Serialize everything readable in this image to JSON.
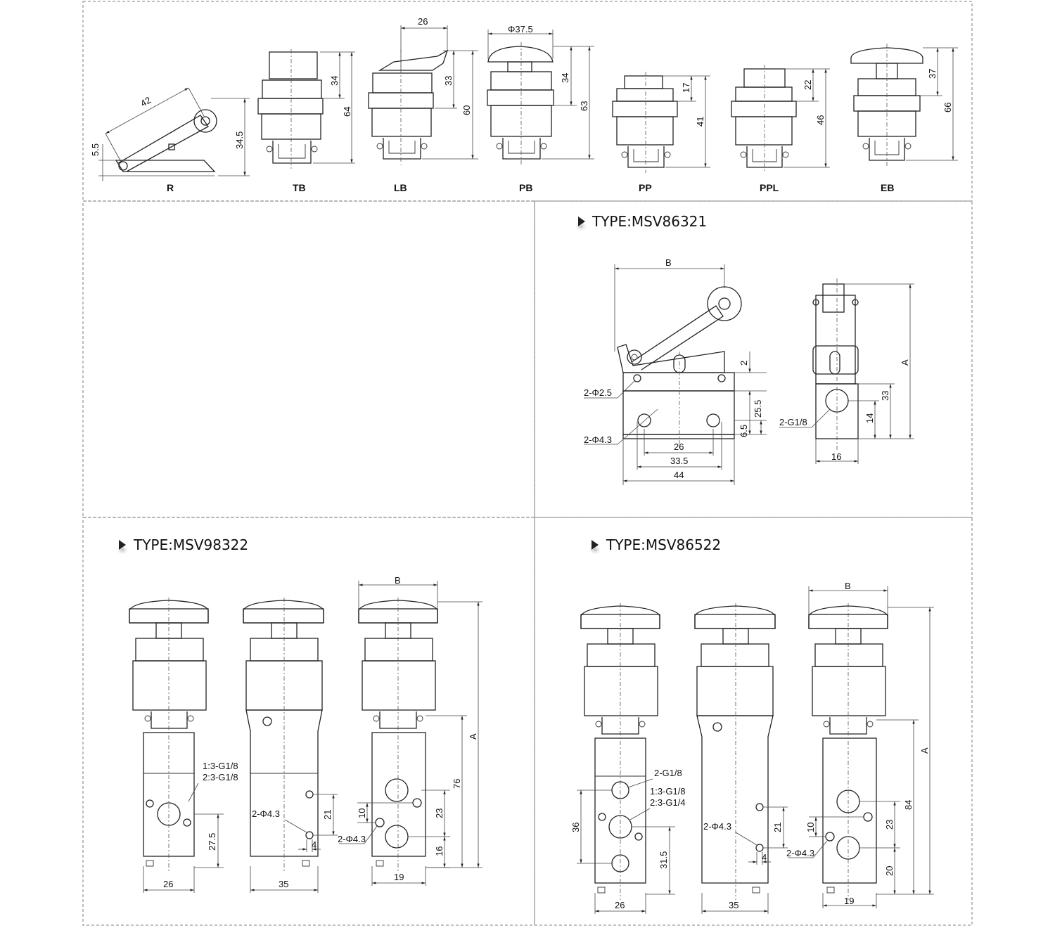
{
  "actuators": [
    {
      "code": "R",
      "dims": [
        "42",
        "5.5",
        "34.5"
      ]
    },
    {
      "code": "TB",
      "dims": [
        "34",
        "64"
      ]
    },
    {
      "code": "LB",
      "dims": [
        "26",
        "33",
        "60"
      ]
    },
    {
      "code": "PB",
      "dims": [
        "Φ37.5",
        "34",
        "63"
      ]
    },
    {
      "code": "PP",
      "dims": [
        "17",
        "41"
      ]
    },
    {
      "code": "PPL",
      "dims": [
        "22",
        "46"
      ]
    },
    {
      "code": "EB",
      "dims": [
        "37",
        "66"
      ]
    }
  ],
  "panels": {
    "msv86321": {
      "title": "TYPE:MSV86321",
      "labels": {
        "B": "B",
        "A": "A",
        "hole_small": "2-Φ2.5",
        "hole_mount": "2-Φ4.3",
        "port": "2-G1/8"
      },
      "dims": {
        "d2": "2",
        "d25_5": "25.5",
        "d6_5": "6.5",
        "d26": "26",
        "d33_5": "33.5",
        "d44": "44",
        "d33": "33",
        "d14": "14",
        "d16": "16"
      }
    },
    "msv98322": {
      "title": "TYPE:MSV98322",
      "labels": {
        "B": "B",
        "A": "A",
        "port1": "1:3-G1/8",
        "port2": "2:3-G1/8",
        "hole": "2-Φ4.3",
        "hole2": "2-Φ4.3"
      },
      "dims": {
        "d27_5": "27.5",
        "d26": "26",
        "d35": "35",
        "d21": "21",
        "d4": "4",
        "d10": "10",
        "d23": "23",
        "d16": "16",
        "d19": "19",
        "d76": "76"
      }
    },
    "msv86522": {
      "title": "TYPE:MSV86522",
      "labels": {
        "B": "B",
        "A": "A",
        "port_a": "2-G1/8",
        "port1": "1:3-G1/8",
        "port2": "2:3-G1/4",
        "hole": "2-Φ4.3",
        "hole2": "2-Φ4.3"
      },
      "dims": {
        "d36": "36",
        "d31_5": "31.5",
        "d26": "26",
        "d35": "35",
        "d21": "21",
        "d4": "4",
        "d10": "10",
        "d23": "23",
        "d20": "20",
        "d19": "19",
        "d84": "84"
      }
    }
  }
}
